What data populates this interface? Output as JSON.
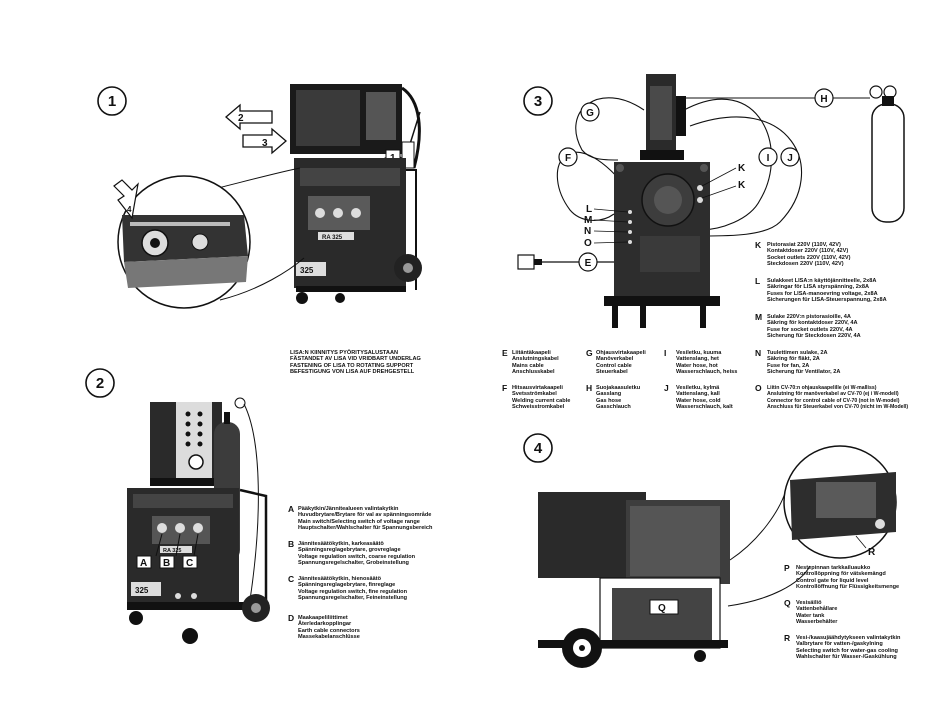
{
  "figures": {
    "fig1": {
      "number": "1",
      "arrows": [
        "2",
        "3",
        "4"
      ],
      "lever": "1",
      "model": "325",
      "plate": "RA 325"
    },
    "fig2": {
      "number": "2",
      "model": "325",
      "plate": "RA 325",
      "knobs": [
        "A",
        "B",
        "C"
      ]
    },
    "fig3": {
      "number": "3",
      "cables": [
        "G",
        "H",
        "F",
        "I",
        "J",
        "E"
      ],
      "outlets": [
        "K",
        "K"
      ],
      "fuses": [
        "L",
        "M",
        "N",
        "O"
      ]
    },
    "fig4": {
      "number": "4",
      "tank_label": "Q",
      "switch_label": "R"
    }
  },
  "caption_fig1": [
    "LISA:N KIINNITYS PYÖRITYSALUSTAAN",
    "FÄSTANDET AV LISA VID VRIDBART UNDERLAG",
    "FASTENING OF LISA TO ROTATING SUPPORT",
    "BEFESTIGUNG VON LISA AUF DREHGESTELL"
  ],
  "legend_fig2": [
    {
      "key": "A",
      "lines": [
        "Pääkytkin/Jännitealueen valintakytkin",
        "Huvudbrytare/Brytare för val av spänningsområde",
        "Main switch/Selecting switch of voltage range",
        "Hauptschalter/Wahlschalter für Spannungsbereich"
      ]
    },
    {
      "key": "B",
      "lines": [
        "Jännitesäätökytkin, karkeasäätö",
        "Spänningsreglagebrytare, grovreglage",
        "Voltage regulation switch, coarse regulation",
        "Spannungsregelschalter, Grobeinstellung"
      ]
    },
    {
      "key": "C",
      "lines": [
        "Jännitesäätökytkin, hienosäätö",
        "Spänningsreglagebrytare, finreglage",
        "Voltage regulation switch, fine regulation",
        "Spannungsregelschalter, Feineinstellung"
      ]
    },
    {
      "key": "D",
      "lines": [
        "Maakaapeliliittimet",
        "Återledarkopplingar",
        "Earth cable connectors",
        "Massekabelanschlüsse"
      ]
    }
  ],
  "legend_fig3": [
    {
      "key": "E",
      "lines": [
        "Liitäntäkaapeli",
        "Anslutningskabel",
        "Mains cable",
        "Anschlusskabel"
      ]
    },
    {
      "key": "G",
      "lines": [
        "Ohjausvirtakaapeli",
        "Manöverkabel",
        "Control cable",
        "Steuerkabel"
      ]
    },
    {
      "key": "I",
      "lines": [
        "Vesiletku, kuuma",
        "Vattenslang, het",
        "Water hose, hot",
        "Wasserschlauch, heiss"
      ]
    },
    {
      "key": "F",
      "lines": [
        "Hitsausvirtakaapeli",
        "Svetsströmkabel",
        "Welding current cable",
        "Schweisstromkabel"
      ]
    },
    {
      "key": "H",
      "lines": [
        "Suojakaasuletku",
        "Gasslang",
        "Gas hose",
        "Gasschlauch"
      ]
    },
    {
      "key": "J",
      "lines": [
        "Vesiletku, kylmä",
        "Vattenslang, kall",
        "Water hose, cold",
        "Wasserschlauch, kalt"
      ]
    }
  ],
  "legend_right": [
    {
      "key": "K",
      "lines": [
        "Pistorasiat 220V (110V, 42V)",
        "Kontaktdoser 220V (110V, 42V)",
        "Socket outlets 220V (110V, 42V)",
        "Steckdosen 220V (110V, 42V)"
      ]
    },
    {
      "key": "L",
      "lines": [
        "Sulakkeet LISA:n käyttöjännitteelle, 2x8A",
        "Säkringar för LISA styrspänning, 2x8A",
        "Fuses for LISA-manoevring voltage, 2x8A",
        "Sicherungen für LISA-Steuerspannung, 2x8A"
      ]
    },
    {
      "key": "M",
      "lines": [
        "Sulake 220V:n pistorasioille, 4A",
        "Säkring för kontaktdoser 220V, 4A",
        "Fuse for socket outlets 220V, 4A",
        "Sicherung für Steckdosen 220V, 4A"
      ]
    },
    {
      "key": "N",
      "lines": [
        "Tuulettimen sulake, 2A",
        "Säkring för fläkt, 2A",
        "Fuse for fan, 2A",
        "Sicherung für Ventilator, 2A"
      ]
    },
    {
      "key": "O",
      "lines": [
        "Liitin CV-70:n ohjauskaapelille (ei W-malliss)",
        "Anslutning för manöverkabel av CV-70 (ej i W-modell)",
        "Connector for control cable of CV-70 (not in W-model)",
        "Anschluss für Steuerkabel von CV-70 (nicht im W-Modell)"
      ]
    }
  ],
  "legend_fig4": [
    {
      "key": "P",
      "lines": [
        "Nestepinnan tarkkailuaukko",
        "Kontrollöppning för vätskemängd",
        "Control gate for liquid level",
        "Kontrollöffnung für Flüssigkeitsmenge"
      ]
    },
    {
      "key": "Q",
      "lines": [
        "Vesisäiliö",
        "Vattenbehållare",
        "Water tank",
        "Wasserbehälter"
      ]
    },
    {
      "key": "R",
      "lines": [
        "Vesi-/kaasujäähdytykseen valintakytkin",
        "Valbrytare för vatten-/gaskylning",
        "Selecting switch for water-gas cooling",
        "Wahlschalter für Wasser-/Gaskühlung"
      ]
    }
  ]
}
